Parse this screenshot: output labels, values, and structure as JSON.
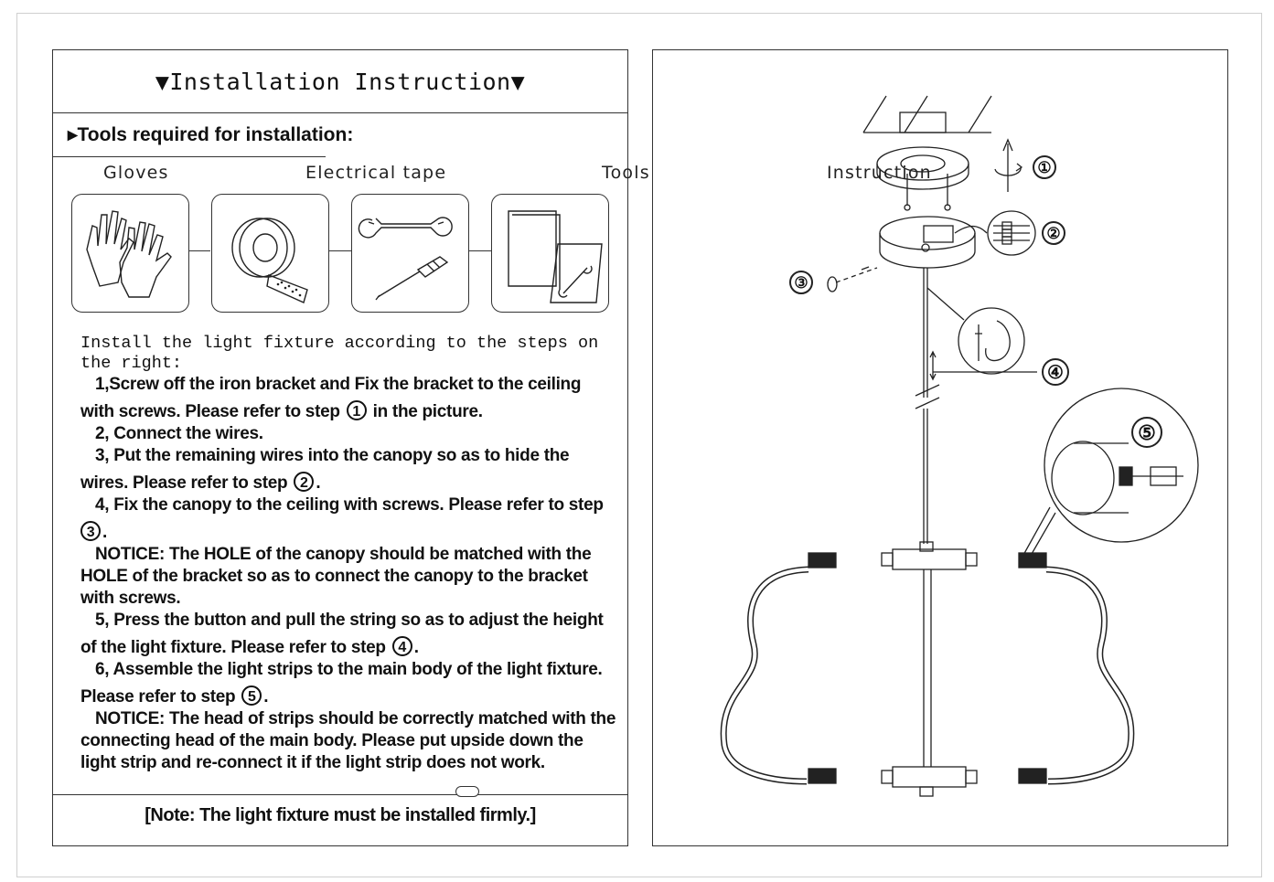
{
  "title": "▼Installation Instruction▼",
  "tools": {
    "heading": "▸Tools required for installation:",
    "labels": [
      "Gloves",
      "Electrical tape",
      "Tools",
      "Instruction"
    ],
    "icons": [
      "gloves-icon",
      "electrical-tape-icon",
      "tools-icon",
      "instruction-icon"
    ]
  },
  "intro": "Install the light fixture according to the steps on the right:",
  "steps": {
    "s1a": "1,Screw off the iron bracket and Fix the bracket to the ceiling",
    "s1b": "with screws. Please refer to step",
    "s1c": "in the picture.",
    "s2": "2, Connect the wires.",
    "s3a": "3, Put the remaining wires into the canopy so as to hide the",
    "s3b": "wires. Please refer to step",
    "s4a": "4, Fix the canopy to the ceiling with screws. Please refer to step",
    "n1a": "NOTICE: The HOLE of the canopy should be matched with the",
    "n1b": "HOLE of the bracket so as to connect the canopy to the bracket",
    "n1c": "with screws.",
    "s5a": "5, Press the button and pull the string so as to adjust the height",
    "s5b": "of the light fixture. Please refer to step",
    "s6a": "6, Assemble the light strips to the main body of the light fixture.",
    "s6b": "Please refer to step",
    "n2a": "NOTICE: The head of strips should be correctly matched with the",
    "n2b": "connecting head of the main body. Please put upside down the",
    "n2c": "light strip and re-connect it if the light strip does not work."
  },
  "step_markers": [
    "①",
    "②",
    "③",
    "④",
    "⑤"
  ],
  "note": "[Note: The light fixture must be installed firmly.]"
}
